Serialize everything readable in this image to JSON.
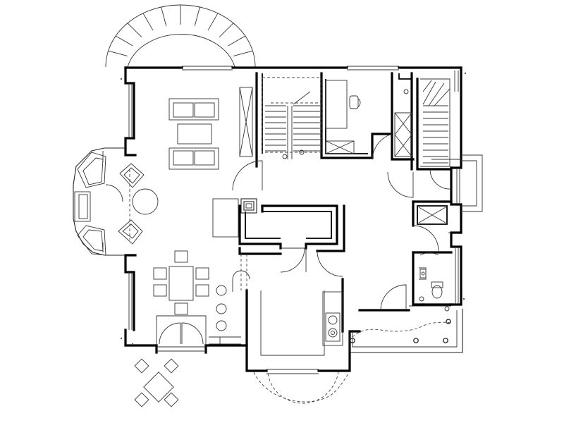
{
  "drawing": {
    "kind": "architectural-floor-plan",
    "rooms": [
      {
        "id": "living",
        "furniture": [
          "sofa-top",
          "coffee-table",
          "sofa-bottom"
        ]
      },
      {
        "id": "bay-seating",
        "furniture": [
          "bay-sofa-upper",
          "bay-sofa-middle",
          "bay-sofa-lower",
          "armchair-upper",
          "armchair-lower",
          "round-table"
        ]
      },
      {
        "id": "dining",
        "furniture": [
          "dining-table",
          "chairs"
        ]
      },
      {
        "id": "kitchen",
        "furniture": [
          "counter",
          "sink",
          "stove",
          "island"
        ]
      },
      {
        "id": "staircase-main",
        "furniture": [
          "stairs"
        ]
      },
      {
        "id": "office",
        "furniture": [
          "desk",
          "chair"
        ]
      },
      {
        "id": "staircase-side",
        "furniture": [
          "spiral-stairs"
        ]
      },
      {
        "id": "wc",
        "furniture": [
          "toilet",
          "washbasin"
        ]
      },
      {
        "id": "terrace",
        "furniture": [
          "patio-table",
          "patio-chairs"
        ]
      }
    ],
    "icons": [
      "fireplace-icon",
      "door-swing-icon",
      "window-icon"
    ]
  }
}
